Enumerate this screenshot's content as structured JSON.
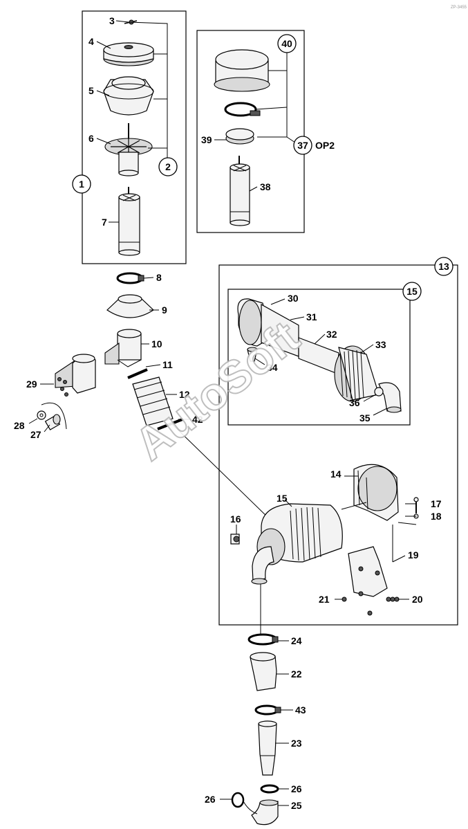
{
  "watermark": "AutoSoft",
  "corner_mark": "ZP-3455",
  "group_callouts": {
    "g1": "1",
    "g2": "2",
    "g13": "13",
    "g15": "15",
    "g37": "37",
    "g40": "40"
  },
  "op_label": "OP2",
  "part_labels": {
    "p3": "3",
    "p4": "4",
    "p5": "5",
    "p6": "6",
    "p7": "7",
    "p8": "8",
    "p9": "9",
    "p10": "10",
    "p11": "11",
    "p12": "12",
    "p14": "14",
    "p15": "15",
    "p16": "16",
    "p17": "17",
    "p18": "18",
    "p19": "19",
    "p20": "20",
    "p21": "21",
    "p22": "22",
    "p23": "23",
    "p24": "24",
    "p25": "25",
    "p26a": "26",
    "p26b": "26",
    "p27": "27",
    "p28": "28",
    "p29": "29",
    "p30": "30",
    "p31": "31",
    "p32": "32",
    "p33": "33",
    "p34": "34",
    "p35": "35",
    "p36": "36",
    "p38": "38",
    "p39": "39",
    "p42": "42",
    "p43": "43"
  }
}
